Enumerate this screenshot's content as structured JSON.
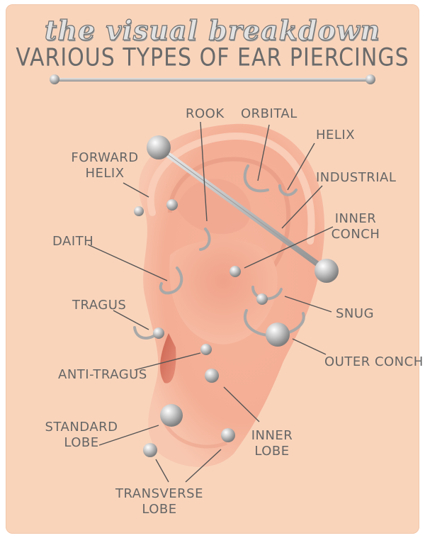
{
  "header": {
    "script_title": "the visual breakdown",
    "main_title": "VARIOUS TYPES OF EAR PIERCINGS"
  },
  "labels": {
    "rook": "ROOK",
    "orbital": "ORBITAL",
    "helix": "HELIX",
    "forward_helix_1": "FORWARD",
    "forward_helix_2": "HELIX",
    "industrial": "INDUSTRIAL",
    "inner_conch_1": "INNER",
    "inner_conch_2": "CONCH",
    "daith": "DAITH",
    "tragus": "TRAGUS",
    "snug": "SNUG",
    "outer_conch": "OUTER CONCH",
    "anti_tragus": "ANTI-TRAGUS",
    "standard_lobe_1": "STANDARD",
    "standard_lobe_2": "LOBE",
    "inner_lobe_1": "INNER",
    "inner_lobe_2": "LOBE",
    "transverse_lobe_1": "TRANSVERSE",
    "transverse_lobe_2": "LOBE"
  },
  "colors": {
    "background": "#f9d4bb",
    "skin": "#f7b9a0",
    "skin_dark": "#e88f78",
    "metal": "#b9b9b9",
    "line": "#555555",
    "text": "#666666"
  }
}
